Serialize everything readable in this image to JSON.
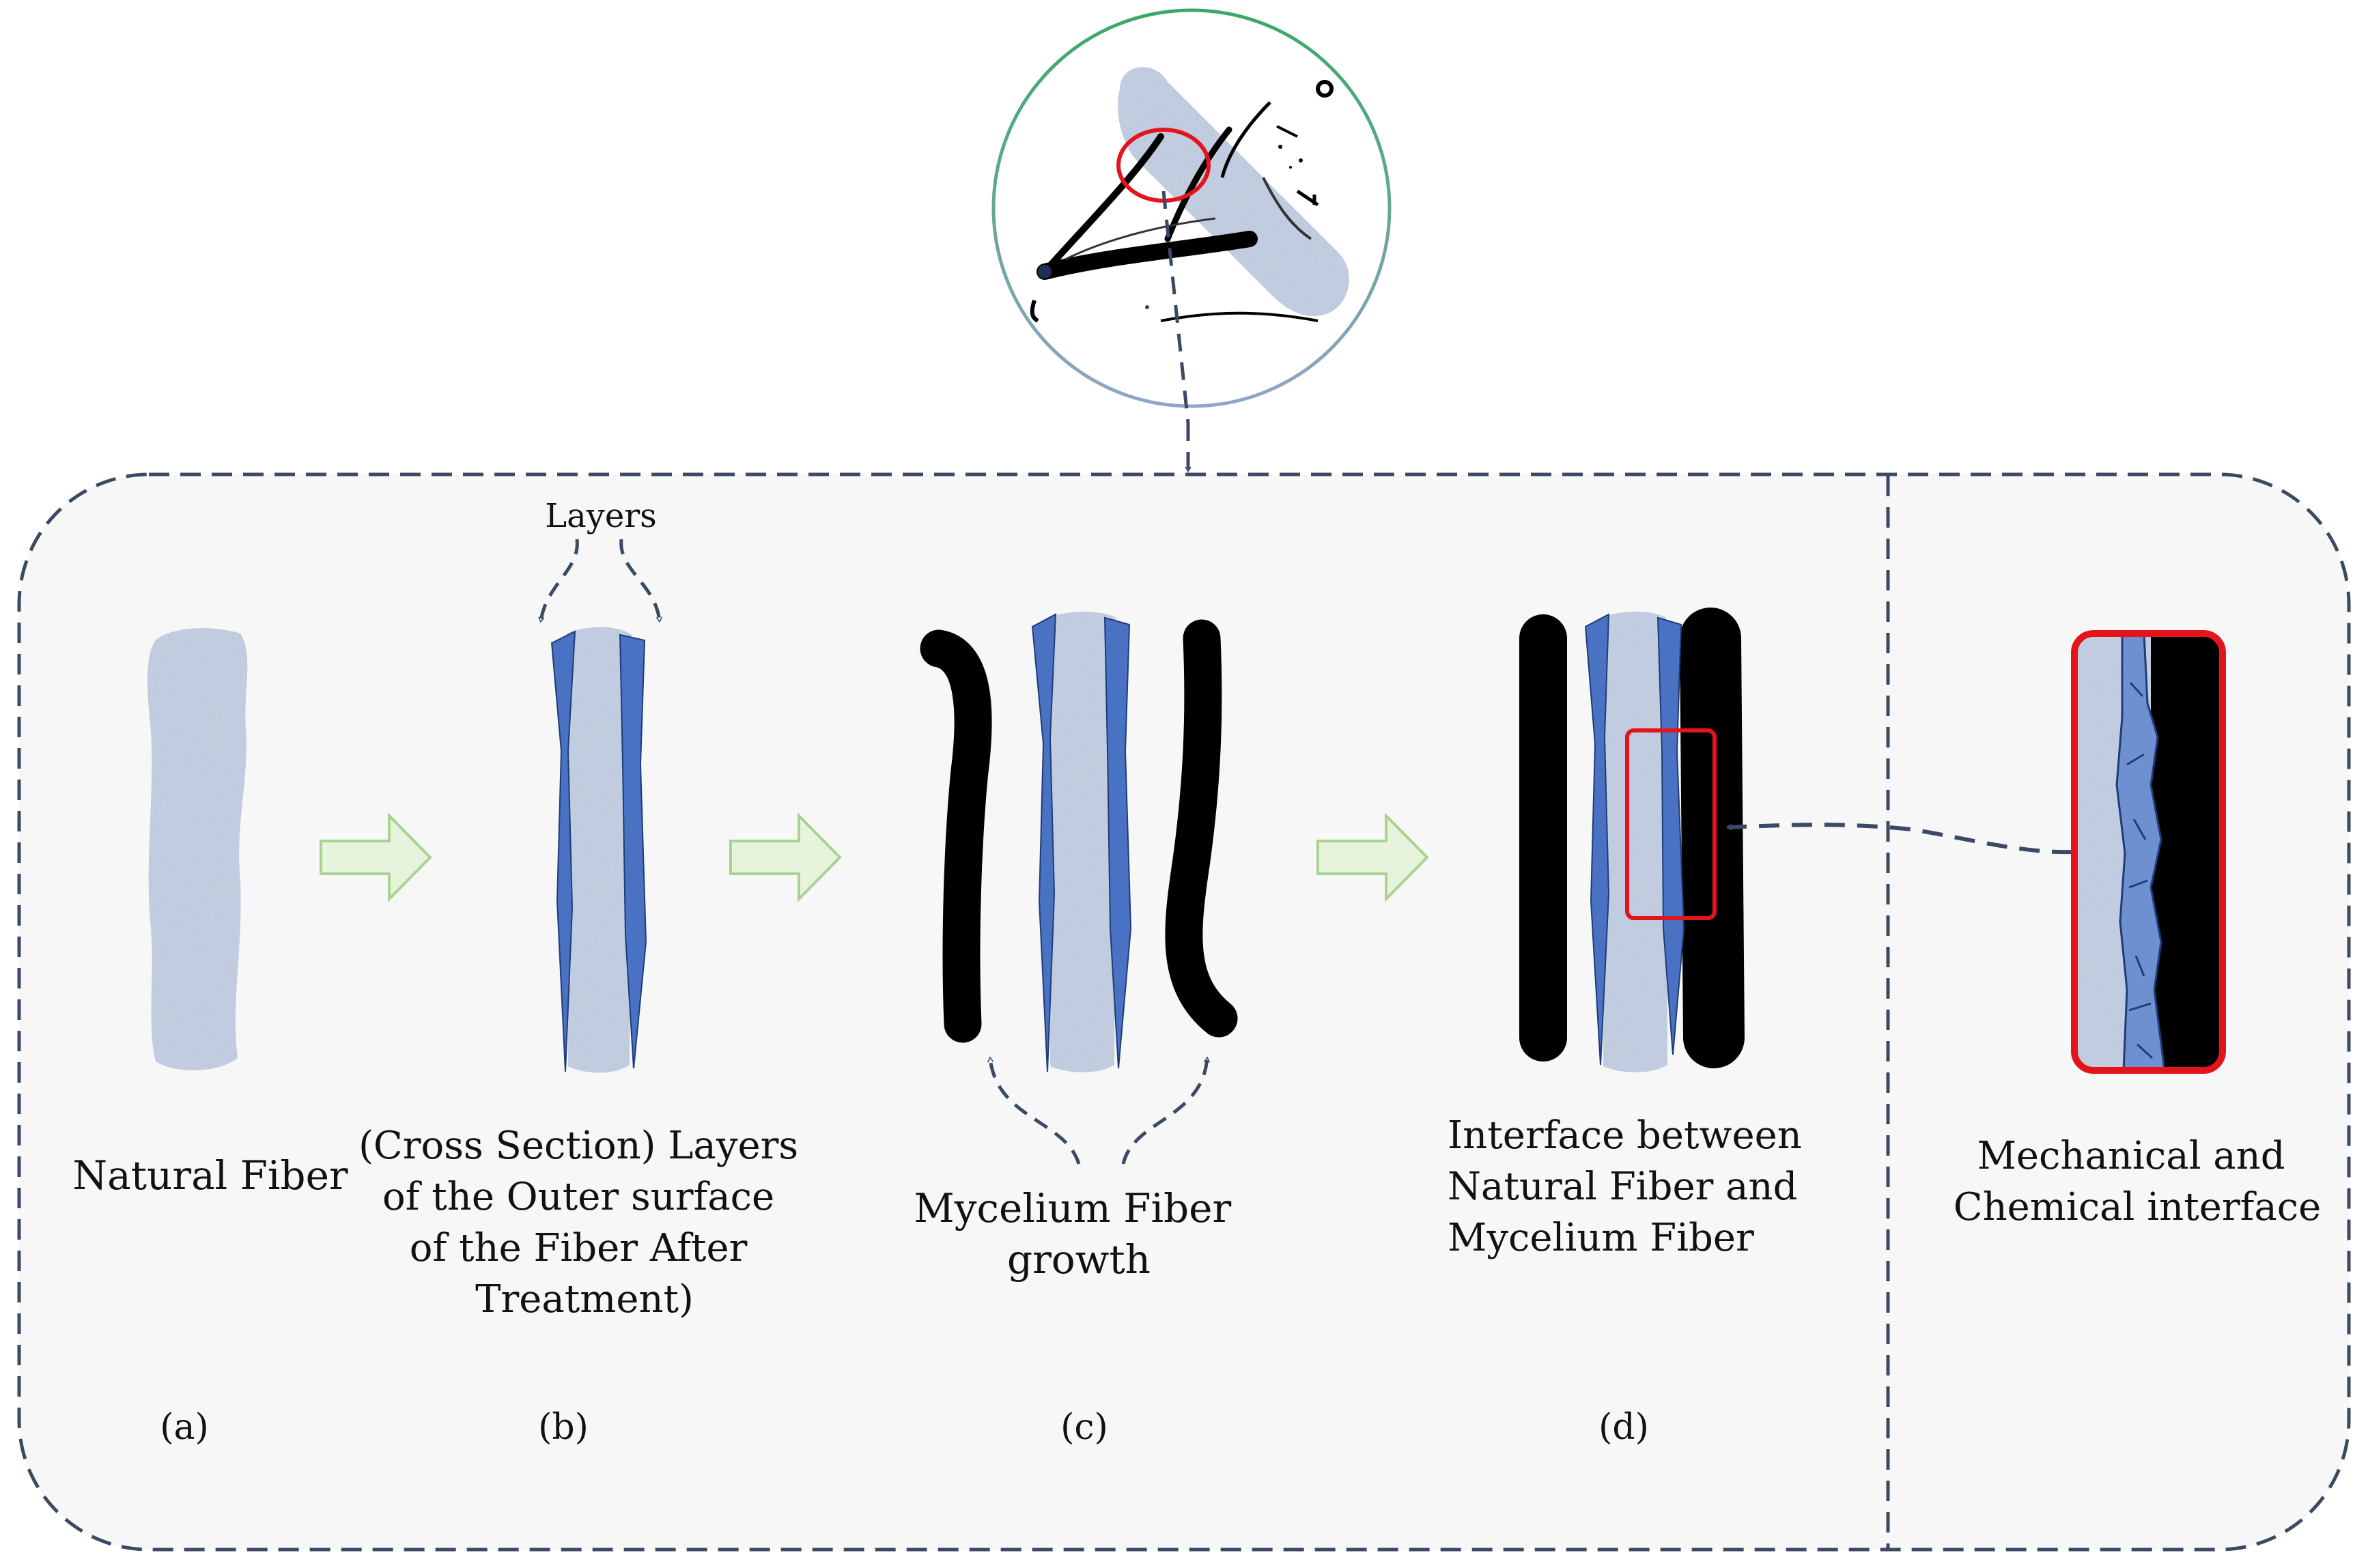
{
  "layers_label": "Layers",
  "steps": [
    {
      "id": "a",
      "label": "(a)",
      "caption": [
        "Natural Fiber"
      ]
    },
    {
      "id": "b",
      "label": "(b)",
      "caption": [
        "(Cross Section) Layers",
        "of the Outer surface",
        "of the Fiber After",
        "Treatment)"
      ]
    },
    {
      "id": "c",
      "label": "(c)",
      "caption": [
        "Mycelium Fiber",
        "growth"
      ]
    },
    {
      "id": "d",
      "label": "(d)",
      "caption": [
        "Interface between",
        "Natural Fiber  and",
        "Mycelium Fiber"
      ]
    }
  ],
  "interface_panel": {
    "caption": [
      "Mechanical and",
      "Chemical interface"
    ]
  },
  "colors": {
    "frame_dash": "#3b4a64",
    "panel_bg": "#f7f7f7",
    "fiber": "#c4cfe2",
    "layer_blue": "#4a72c2",
    "mycelium": "#000000",
    "step_arrow_fill": "#e6f3dd",
    "step_arrow_stroke": "#a9d38f",
    "highlight_red": "#e3141b",
    "circle_green": "#4caf72"
  }
}
